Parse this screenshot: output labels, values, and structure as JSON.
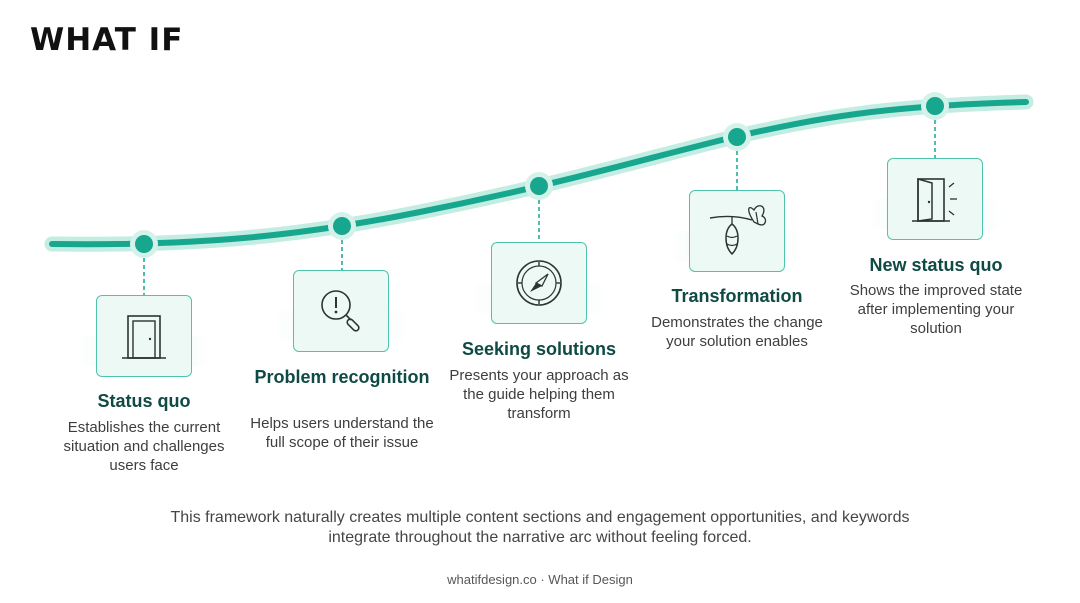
{
  "brand": {
    "logo_text": "WHAT IF"
  },
  "stages": [
    {
      "title": "Status quo",
      "description": "Establishes the current situation and challenges users face",
      "icon": "door-closed-icon"
    },
    {
      "title": "Problem recognition",
      "description": "Helps users understand the full scope of their issue",
      "icon": "magnifier-alert-icon"
    },
    {
      "title": "Seeking solutions",
      "description": "Presents your approach as the guide helping them transform",
      "icon": "compass-icon"
    },
    {
      "title": "Transformation",
      "description": "Demonstrates the change your solution enables",
      "icon": "chrysalis-butterfly-icon"
    },
    {
      "title": "New status quo",
      "description": "Shows the improved state after implementing your solution",
      "icon": "door-open-icon"
    }
  ],
  "summary": "This framework naturally creates multiple content sections and engagement opportunities, and keywords integrate throughout the narrative arc without feeling forced.",
  "footer": "whatifdesign.co · What if Design",
  "colors": {
    "curve": "#17a68e",
    "curve_glow": "#c3ece2",
    "node": "#17a68e",
    "icon_border": "#4fc4ad",
    "icon_bg": "#ecf9f5",
    "title": "#0f4a44"
  }
}
